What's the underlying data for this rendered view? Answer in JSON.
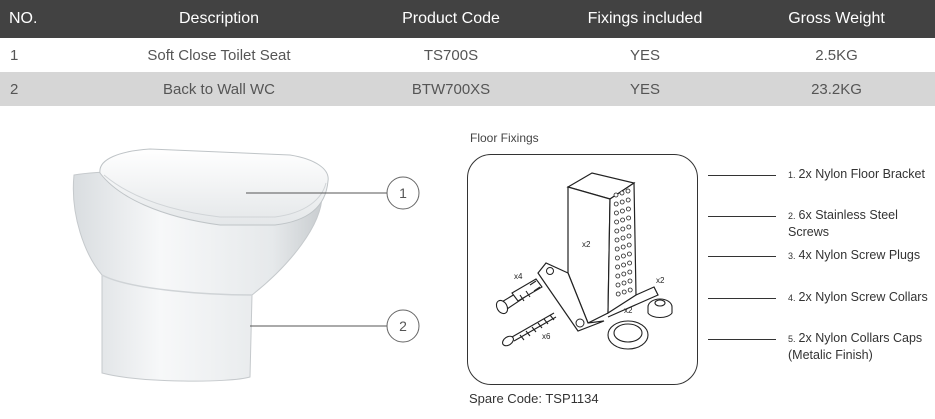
{
  "table": {
    "headers": [
      "NO.",
      "Description",
      "Product Code",
      "Fixings included",
      "Gross Weight"
    ],
    "rows": [
      [
        "1",
        "Soft Close Toilet Seat",
        "TS700S",
        "YES",
        "2.5KG"
      ],
      [
        "2",
        "Back to Wall WC",
        "BTW700XS",
        "YES",
        "23.2KG"
      ]
    ]
  },
  "callouts": [
    "1",
    "2"
  ],
  "fixings": {
    "title": "Floor Fixings",
    "quantities": {
      "bracket": "x2",
      "plugs": "x4",
      "screws": "x6",
      "collar": "x2",
      "cap": "x2"
    },
    "items": [
      {
        "num": "1.",
        "text": "2x Nylon Floor Bracket"
      },
      {
        "num": "2.",
        "text": "6x Stainless Steel Screws"
      },
      {
        "num": "3.",
        "text": "4x Nylon Screw Plugs"
      },
      {
        "num": "4.",
        "text": "2x Nylon Screw Collars"
      },
      {
        "num": "5.",
        "text": "2x Nylon Collars Caps (Metalic Finish)"
      }
    ],
    "spare_code": "Spare Code: TSP1134"
  }
}
